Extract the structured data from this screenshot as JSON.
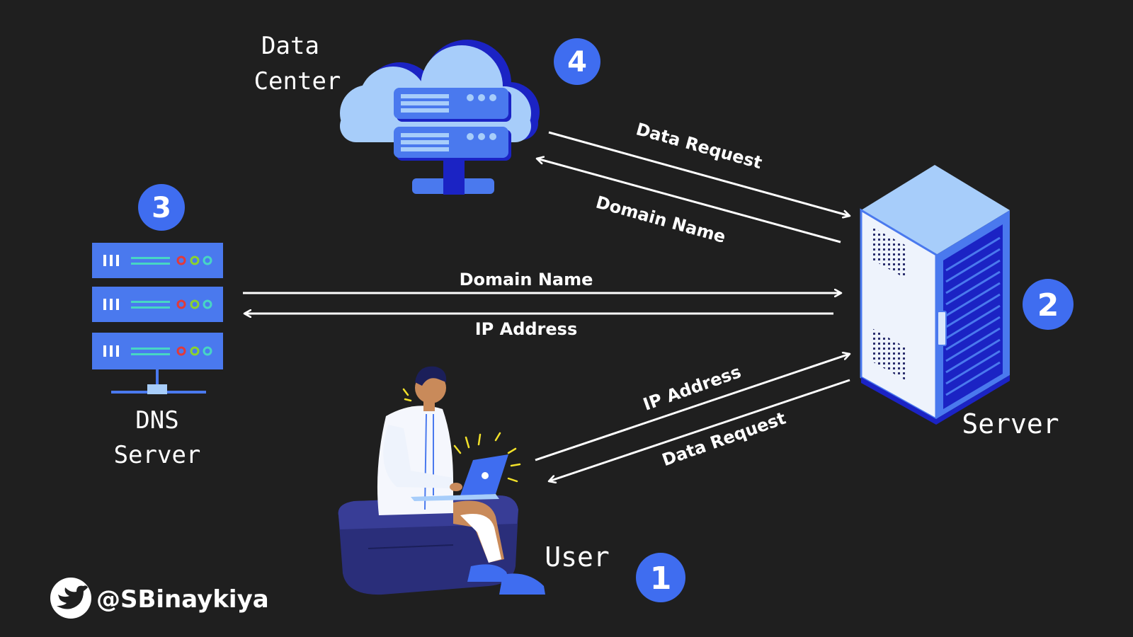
{
  "nodes": {
    "data_center": {
      "label_lines": [
        "Data",
        "Center"
      ],
      "step": "4"
    },
    "dns_server": {
      "label_lines": [
        "DNS",
        "Server"
      ],
      "step": "3"
    },
    "server": {
      "label": "Server",
      "step": "2"
    },
    "user": {
      "label": "User",
      "step": "1"
    }
  },
  "edges": {
    "server_to_datacenter": "Data Request",
    "datacenter_to_server": "Domain Name",
    "server_to_dns": "Domain Name",
    "dns_to_server": "IP Address",
    "server_to_user": "IP Address",
    "user_to_server": "Data Request"
  },
  "footer": {
    "handle": "@SBinaykiya",
    "icon": "twitter-bird-icon"
  },
  "colors": {
    "background": "#1f1f1f",
    "badge": "#3f6df0",
    "server_blue": "#4a79ee",
    "cloud_light": "#a7cdfa",
    "cloud_dark": "#1b23c4",
    "arrow": "#ffffff"
  }
}
